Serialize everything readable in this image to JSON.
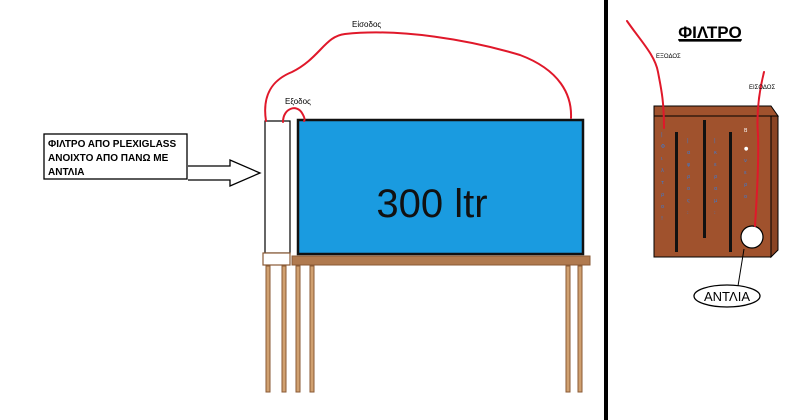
{
  "labels": {
    "inlet_top": "Είσοδος",
    "outlet": "Εξοδος",
    "tank_capacity": "300 ltr",
    "filter_desc_line1": "ΦΙΛΤΡΟ ΑΠΟ PLEXIGLASS",
    "filter_desc_line2": "ΑΝΟΙΧΤΟ ΑΠΟ ΠΑΝΩ ΜΕ",
    "filter_desc_line3": "ΑΝΤΛΙΑ",
    "detail_title": "ΦΙΛΤΡΟ",
    "detail_inlet_left": "ΕΞΟΔΟΣ",
    "detail_inlet_right": "ΕΙΣΟΔΟΣ",
    "detail_pump": "ΑΝΤΛΙΑ",
    "detail_chamber_mark": "B"
  },
  "colors": {
    "tank_water": "#1a9be0",
    "tank_border": "#111111",
    "stand_wood": "#b07a4f",
    "filter_wood": "#a0522d",
    "hose_red": "#e0182a",
    "divider": "#000000"
  }
}
